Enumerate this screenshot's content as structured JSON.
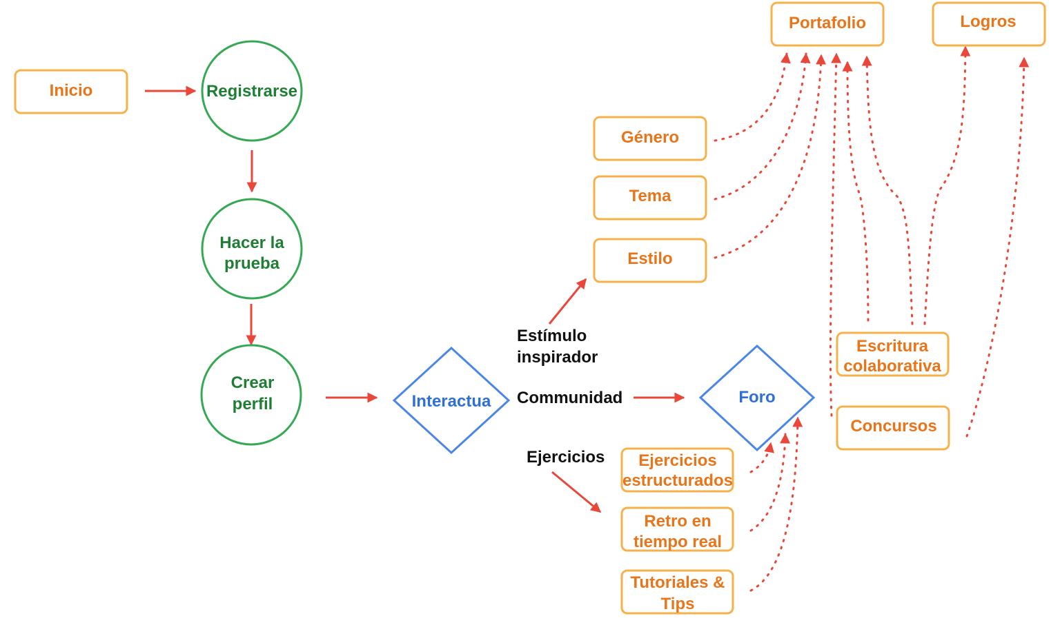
{
  "nodes": {
    "inicio": "Inicio",
    "registrarse": "Registrarse",
    "hacer_prueba": [
      "Hacer la",
      "prueba"
    ],
    "crear_perfil": [
      "Crear",
      "perfil"
    ],
    "interactua": "Interactua",
    "foro": "Foro",
    "genero": "Género",
    "tema": "Tema",
    "estilo": "Estilo",
    "portafolio": "Portafolio",
    "logros": "Logros",
    "escritura_colaborativa": [
      "Escritura",
      "colaborativa"
    ],
    "concursos": "Concursos",
    "ejercicios_estructurados": [
      "Ejercicios",
      "estructurados"
    ],
    "retro_tiempo_real": [
      "Retro en",
      "tiempo real"
    ],
    "tutoriales_tips": [
      "Tutoriales &",
      "Tips"
    ]
  },
  "edge_labels": {
    "estimulo": [
      "Estímulo",
      "inspirador"
    ],
    "comunidad": "Communidad",
    "ejercicios": "Ejercicios"
  },
  "colors": {
    "orange_text": "#e8751a",
    "orange_border": "#f6b14a",
    "green": "#34a853",
    "blue": "#4a86e8",
    "red_arrow": "#e8473a"
  }
}
